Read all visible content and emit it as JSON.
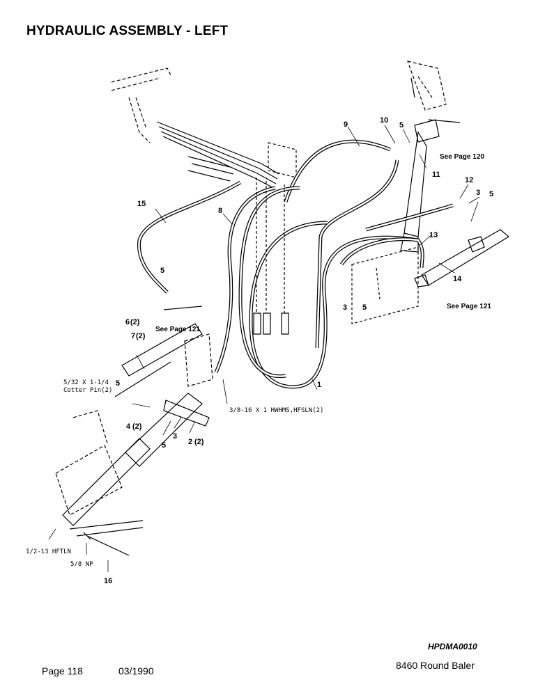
{
  "title": "HYDRAULIC ASSEMBLY - LEFT",
  "callouts": {
    "c1": "1",
    "c2": "2",
    "c2q": "(2)",
    "c3a": "3",
    "c3b": "3",
    "c3c": "3",
    "c4": "4",
    "c4q": "(2)",
    "c5a": "5",
    "c5b": "5",
    "c5c": "5",
    "c5d": "5",
    "c5e": "5",
    "c5f": "5",
    "c6": "6",
    "c6q": "(2)",
    "c7": "7",
    "c7q": "(2)",
    "c8": "8",
    "c9": "9",
    "c10": "10",
    "c11": "11",
    "c12": "12",
    "c13": "13",
    "c14": "14",
    "c15": "15",
    "c16": "16"
  },
  "references": {
    "see_page_120": "See Page 120",
    "see_page_121_left": "See Page 121",
    "see_page_121_right": "See Page 121"
  },
  "hardware": {
    "cotter_pin_line1": "5/32 X 1-1/4",
    "cotter_pin_line2": "Cotter Pin(2)",
    "bolt_spec": "3/8-16 X 1 HWHMS,HFSLN(2)",
    "nut_spec": "1/2-13 HFTLN",
    "np_spec": "5/8 NP"
  },
  "figure_id": "HPDMA0010",
  "footer": {
    "page": "Page 118",
    "date": "03/1990",
    "model": "8460 Round Baler"
  }
}
